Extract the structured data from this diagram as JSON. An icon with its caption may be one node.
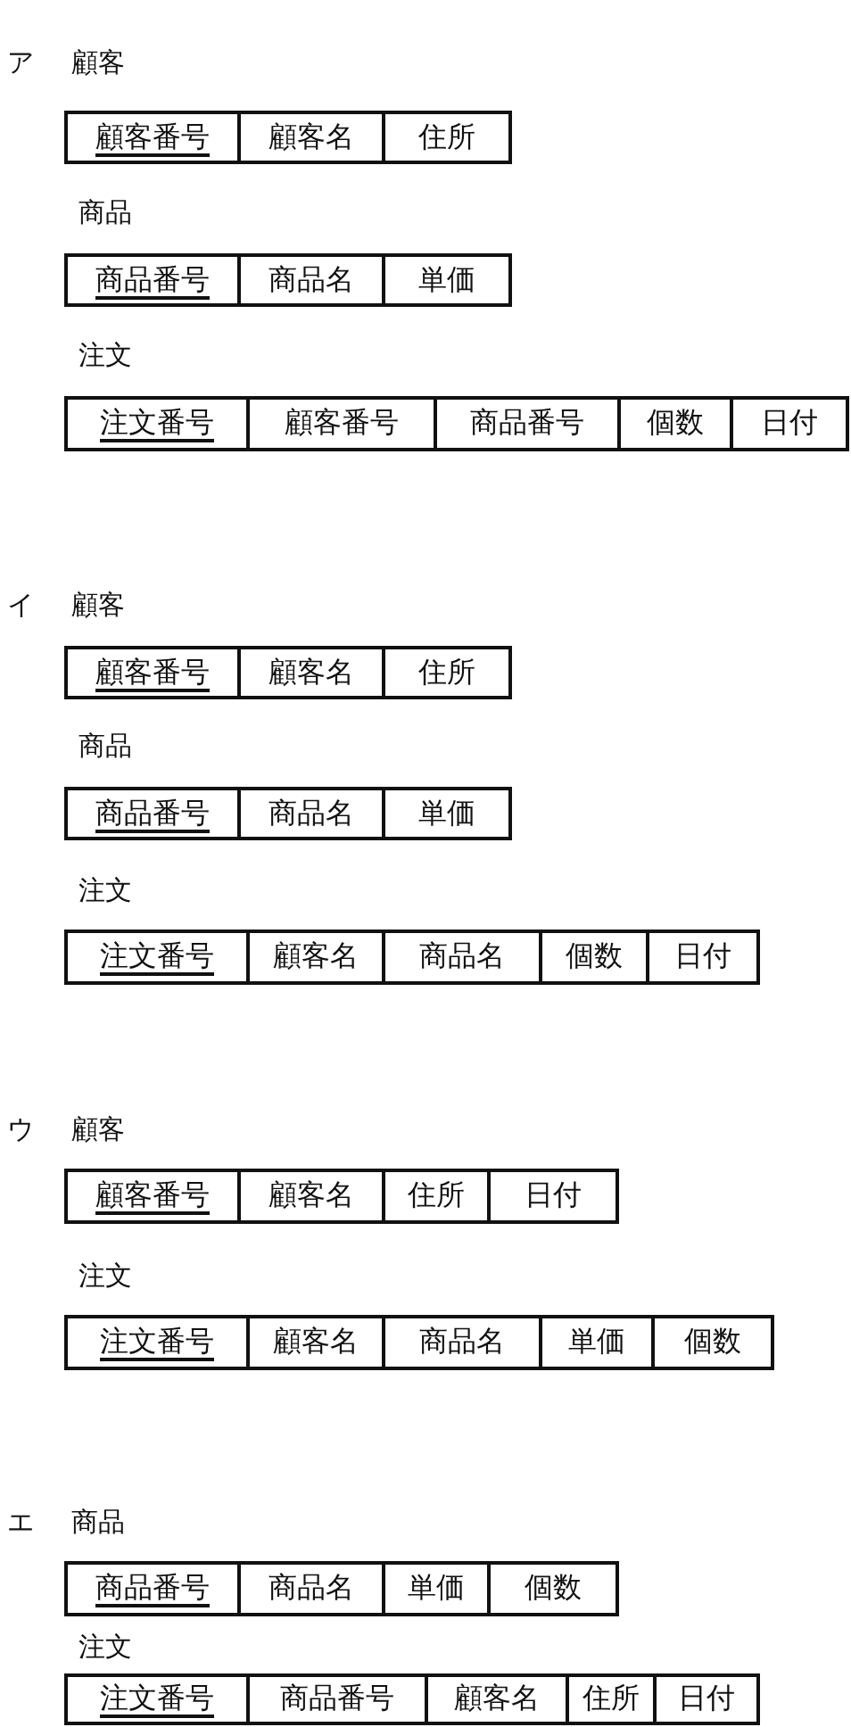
{
  "diagram": {
    "nodes": [
      {
        "text": [
          "顧客番号"
        ]
      },
      {
        "text": [
          "顧客名"
        ]
      },
      {
        "text": [
          "住所"
        ]
      },
      {
        "text": [
          "商品番号"
        ]
      },
      {
        "text": [
          "商品名"
        ]
      },
      {
        "text": [
          "単価"
        ]
      },
      {
        "text": [
          "注文番号"
        ]
      },
      {
        "text": [
          "顧客番号"
        ]
      },
      {
        "text": [
          "商品番号"
        ]
      },
      {
        "text": [
          "個数"
        ]
      },
      {
        "text": [
          "日付"
        ]
      },
      {
        "text": [
          "顧客番号"
        ]
      },
      {
        "text": [
          "顧客名"
        ]
      },
      {
        "text": [
          "住所"
        ]
      },
      {
        "text": [
          "商品番号"
        ]
      },
      {
        "text": [
          "商品名"
        ]
      },
      {
        "text": [
          "単価"
        ]
      },
      {
        "text": [
          "注文番号"
        ]
      },
      {
        "text": [
          "顧客名"
        ]
      },
      {
        "text": [
          "商品名"
        ]
      },
      {
        "text": [
          "個数"
        ]
      },
      {
        "text": [
          "日付"
        ]
      },
      {
        "text": [
          "顧客番号"
        ]
      },
      {
        "text": [
          "顧客名"
        ]
      },
      {
        "text": [
          "住所"
        ]
      },
      {
        "text": [
          "日付"
        ]
      },
      {
        "text": [
          "注文番号"
        ]
      },
      {
        "text": [
          "顧客名"
        ]
      },
      {
        "text": [
          "商品名"
        ]
      },
      {
        "text": [
          "単価"
        ]
      },
      {
        "text": [
          "個数"
        ]
      },
      {
        "text": [
          "商品番号"
        ]
      },
      {
        "text": [
          "商品名"
        ]
      },
      {
        "text": [
          "単価"
        ]
      },
      {
        "text": [
          "個数"
        ]
      },
      {
        "text": [
          "注文番号"
        ]
      },
      {
        "text": [
          "商品番号"
        ]
      },
      {
        "text": [
          "顧客名"
        ]
      },
      {
        "text": [
          "住所"
        ]
      },
      {
        "text": [
          "日付"
        ]
      }
    ],
    "labels": [
      "ア",
      "顧客",
      "商品",
      "注文",
      "イ",
      "顧客",
      "商品",
      "注文",
      "ウ",
      "顧客",
      "注文",
      "エ",
      "商品",
      "注文"
    ]
  }
}
